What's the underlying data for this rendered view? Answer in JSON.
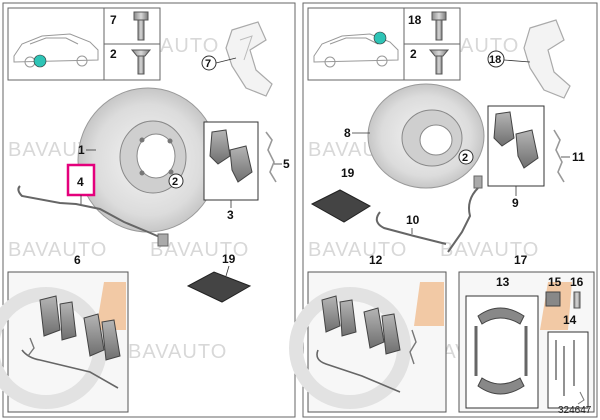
{
  "diagram_id": "324647",
  "watermark": "BAVAUTO",
  "colors": {
    "highlight": "#e4007c",
    "car_marker": "#2ec4b6",
    "inset_accent": "#f2c9a5",
    "line": "#333333",
    "disc_fill": "#e6e6e6",
    "pad_fill": "#9a9a9a"
  },
  "left_panel": {
    "screws": [
      {
        "label": "7"
      },
      {
        "label": "2"
      }
    ],
    "callouts": {
      "disc": "1",
      "wheel_bolt": "2",
      "pad_kit": "3",
      "sensor": "4",
      "clip": "5",
      "kit": "6",
      "carrier": "7",
      "grease": "19"
    }
  },
  "right_panel": {
    "screws": [
      {
        "label": "18"
      },
      {
        "label": "2"
      }
    ],
    "callouts": {
      "disc": "8",
      "wheel_bolt": "2",
      "pad_kit": "9",
      "sensor": "10",
      "clip": "11",
      "kit": "12",
      "shoe_kit": "13",
      "shoe_set": "17",
      "spring_kit": "14",
      "brake_part": "15",
      "small_part": "16",
      "grease": "19",
      "carrier": "18"
    }
  }
}
